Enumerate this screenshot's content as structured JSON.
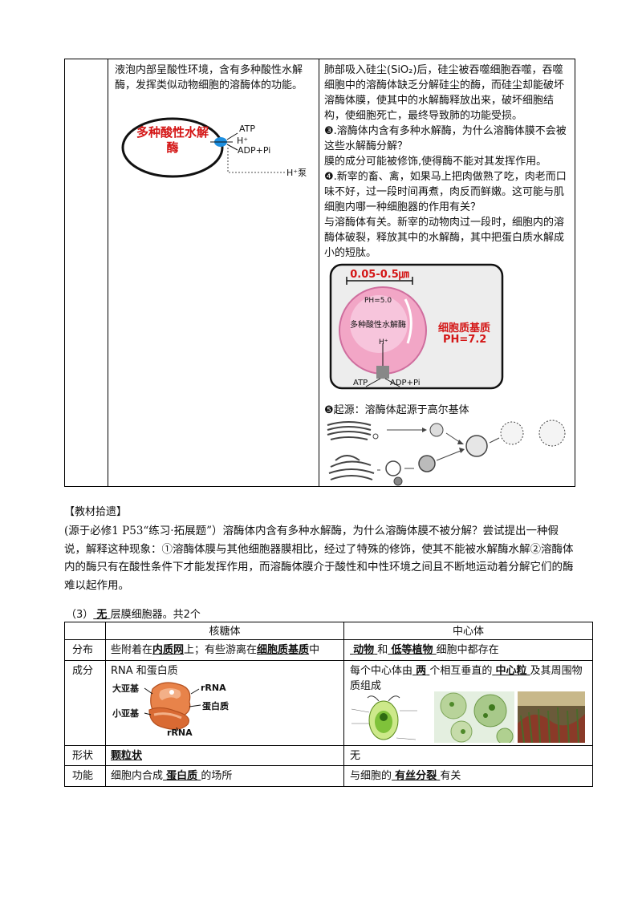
{
  "top_table": {
    "left_text": "液泡内部呈酸性环境，含有多种酸性水解酶，发挥类似动物细胞的溶酶体的功能。",
    "small_diagram": {
      "enzyme": "多种酸性水解酶",
      "atp": "ATP",
      "h": "H⁺",
      "adp": "ADP+Pi",
      "pump": "H⁺泵"
    },
    "right_para1": "肺部吸入硅尘(SiO₂)后，硅尘被吞噬细胞吞噬，吞噬细胞中的溶酶体缺乏分解硅尘的酶，而硅尘却能破坏溶酶体膜，使其中的水解酶释放出来，破坏细胞结构，使细胞死亡，最终导致肺的功能受损。",
    "right_q3": "❸.溶酶体内含有多种水解酶，为什么溶酶体膜不会被这些水解酶分解？",
    "right_a3": "膜的成分可能被修饰,使得酶不能对其发挥作用。",
    "right_q4": "❹.新宰的畜、禽，如果马上把肉做熟了吃，肉老而口味不好，过一段时间再煮，肉反而鲜嫩。这可能与肌细胞内哪一种细胞器的作用有关？",
    "right_a4": "与溶酶体有关。新宰的动物肉过一段时，细胞内的溶酶体破裂，释放其中的水解酶，其中把蛋白质水解成小的短肽。",
    "big_diagram": {
      "size": "0.05-0.5㎛",
      "ph_inside": "PH=5.0",
      "enzyme": "多种酸性水解酶",
      "h": "H⁺",
      "atp": "ATP",
      "adp": "ADP+Pi",
      "cytosol": "细胞质基质",
      "ph_cytosol": "PH=7.2"
    },
    "origin": "❺起源：溶酶体起源于高尔基体"
  },
  "supplement": {
    "heading": "【教材拾遗】",
    "body": "(源于必修1 P53“练习·拓展题”）溶酶体内含有多种水解酶，为什么溶酶体膜不被分解？尝试提出一种假说，解释这种现象：①溶酶体膜与其他细胞器膜相比，经过了特殊的修饰，使其不能被水解酶水解②溶酶体内的酶只有在酸性条件下才能发挥作用，而溶酶体膜介于酸性和中性环境之间且不断地运动着分解它们的酶难以起作用。"
  },
  "section3": {
    "prefix": "（3）",
    "blank": "无",
    "suffix": "层膜细胞器。共2个"
  },
  "bottom_table": {
    "headers": [
      "核糖体",
      "中心体"
    ],
    "rows": {
      "distribution": {
        "label": "分布",
        "ribo": [
          "些附着在",
          "内质网",
          "上；有些游离在",
          "细胞质基质",
          "中"
        ],
        "centro": [
          "",
          "动物",
          "和",
          "低等植物",
          "细胞中都存在"
        ]
      },
      "composition": {
        "label": "成分",
        "ribo": "RNA 和蛋白质",
        "ribo_labels": {
          "large": "大亚基",
          "small": "小亚基",
          "rrna1": "rRNA",
          "protein": "蛋白质",
          "rrna2": "rRNA"
        },
        "centro": [
          "每个中心体由",
          "两",
          "个相互垂直的",
          "中心粒",
          "及其周围物质组成"
        ]
      },
      "shape": {
        "label": "形状",
        "ribo": "颗粒状",
        "centro": "无"
      },
      "function": {
        "label": "功能",
        "ribo": [
          "细胞内合成",
          "蛋白质",
          "的场所"
        ],
        "centro": [
          "与细胞的",
          "有丝分裂",
          "有关"
        ]
      }
    }
  },
  "colors": {
    "red_text": "#d41616",
    "pink_cell": "#f2a6c6",
    "blue_pump": "#1d8fe0",
    "ribosome": "#e8834a"
  }
}
